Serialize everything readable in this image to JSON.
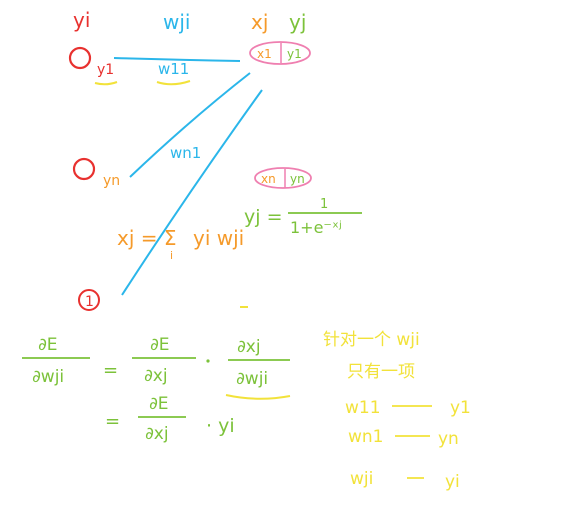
{
  "colors": {
    "red": "#e8312f",
    "cyan": "#2bb6ea",
    "orange": "#f59a2a",
    "green": "#7cc23a",
    "yellow": "#f2e23a",
    "pink": "#ef7fb0"
  },
  "header": {
    "yi": "yi",
    "wji": "wji",
    "xj": "xj",
    "yj": "yj"
  },
  "neurons": {
    "y1": "y1",
    "yn": "yn",
    "bias": "1"
  },
  "weights": {
    "w11": "w11",
    "wn1": "wn1"
  },
  "unit_boxes": {
    "top": {
      "x": "x1",
      "y": "y1"
    },
    "bottom": {
      "x": "xn",
      "y": "yn"
    }
  },
  "formulas": {
    "sum_left": "xj = Σ",
    "sum_sub": "i",
    "sum_right": "yi wji",
    "sigmoid_lhs": "yj =",
    "sigmoid_num": "1",
    "sigmoid_den": "1+e⁻ˣʲ",
    "dE": "∂E",
    "dwji": "∂wji",
    "eq1": "=",
    "dxj": "∂xj",
    "dxj_num": "∂xj",
    "dwji2": "∂wji",
    "eq2": "=",
    "dE2": "∂E",
    "dxj2": "∂xj",
    "times_yi": "· yi"
  },
  "notes": {
    "line1": "针对一个 wji",
    "line2": "只有一项",
    "map": [
      {
        "w": "w11",
        "y": "y1"
      },
      {
        "w": "wn1",
        "y": "yn"
      },
      {
        "w": "wji",
        "y": "yi"
      }
    ],
    "dash": "—"
  }
}
